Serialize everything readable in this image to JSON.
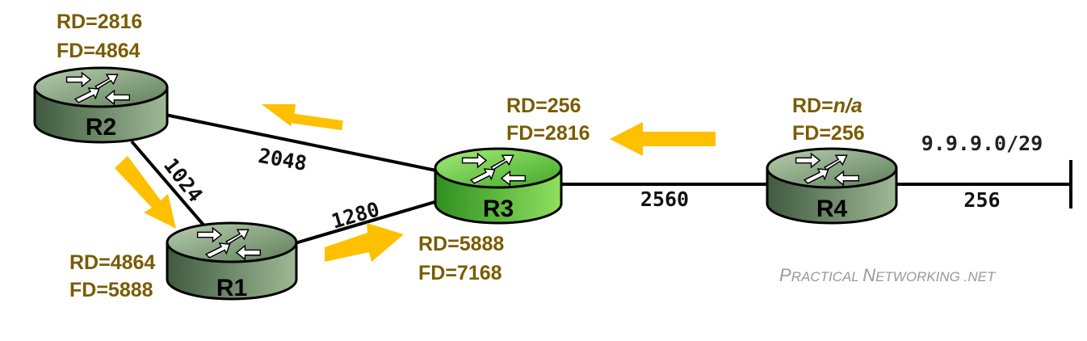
{
  "colors": {
    "router_dark": "#3f5a3f",
    "router_light": "#9fb995",
    "router_active_dark": "#2f8f1f",
    "router_active_light": "#90e060",
    "arrow": "#ffc000",
    "metric_text": "#7a5c00"
  },
  "routers": {
    "r1": {
      "label": "R1",
      "rd": "RD=4864",
      "fd": "FD=5888"
    },
    "r2": {
      "label": "R2",
      "rd": "RD=2816",
      "fd": "FD=4864"
    },
    "r3": {
      "label": "R3",
      "rd_top": "RD=256",
      "fd_top": "FD=2816",
      "rd_bottom": "RD=5888",
      "fd_bottom": "FD=7168"
    },
    "r4": {
      "label": "R4",
      "rd_prefix": "RD=",
      "rd_value": "n/a",
      "fd": "FD=256"
    }
  },
  "links": {
    "r2_r3": "2048",
    "r2_r1": "1024",
    "r1_r3": "1280",
    "r3_r4": "2560",
    "r4_net": "256"
  },
  "network": {
    "subnet": "9.9.9.0/29"
  },
  "brand": {
    "p_cap": "P",
    "p_rest": "RACTICAL",
    "n_cap": "N",
    "n_rest": "ETWORKING",
    "suffix": ".NET"
  }
}
